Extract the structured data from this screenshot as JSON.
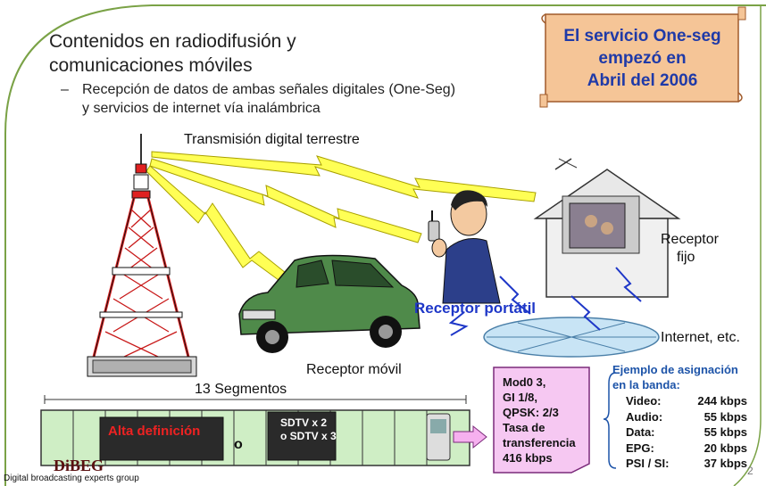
{
  "slide": {
    "title_line1": "Contenidos en radiodifusión y",
    "title_line2": "comunicaciones móviles",
    "bullet_dash": "–",
    "bullet_line1": "Recepción de datos de ambas señales digitales (One-Seg)",
    "bullet_line2": "y servicios de internet vía inalámbrica"
  },
  "scroll": {
    "line1": "El servicio One-seg",
    "line2": "empezó en",
    "line3": "Abril del  2006"
  },
  "labels": {
    "transmision": "Transmisión digital terrestre",
    "receptor_fijo_1": "Receptor",
    "receptor_fijo_2": "fijo",
    "receptor_portatil": "Receptor portátil",
    "internet": "Internet, etc.",
    "receptor_movil": "Receptor móvil",
    "segmentos": "13 Segmentos",
    "alta_definicion": "Alta definición",
    "o": "o",
    "sdtv_1": "SDTV x 2",
    "sdtv_2": "o SDTV x 3"
  },
  "modulation": {
    "lines": [
      "Mod0 3,",
      "GI 1/8,",
      "QPSK: 2/3",
      "Tasa de",
      "transferencia",
      "416 kbps"
    ]
  },
  "band": {
    "title_1": "Ejemplo de asignación",
    "title_2": "en la banda:",
    "rows": [
      {
        "k": "Video:",
        "v": "244 kbps"
      },
      {
        "k": "Audio:",
        "v": "55 kbps"
      },
      {
        "k": "Data:",
        "v": "55 kbps"
      },
      {
        "k": "EPG:",
        "v": "20 kbps"
      },
      {
        "k": "PSI / SI:",
        "v": "37 kbps"
      }
    ]
  },
  "footer": {
    "logo": "DiBEG",
    "org": "Digital broadcasting experts group",
    "page": "2"
  },
  "colors": {
    "scroll_fill": "#f5c597",
    "scroll_text": "#1f3aa8",
    "segment_fill": "#cfeec5",
    "pink_box": "#f6c8f2",
    "tower_red": "#e02020",
    "car": "#4f8a4a",
    "internet_ellipse": "#c8e4f5",
    "accent_blue": "#1e37c8",
    "zigzag_yellow": "#ffff55",
    "frame_green": "#7aa246"
  }
}
